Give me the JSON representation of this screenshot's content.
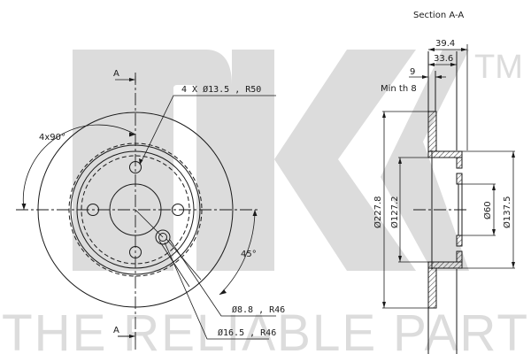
{
  "watermark": {
    "logo": "NK",
    "trademark": "TM",
    "slogan": "THE RELIABLE PART",
    "color": "#dcdcdc"
  },
  "section_view": {
    "title": "Section A-A",
    "dimensions": {
      "total_height": "39.4",
      "hat_height": "33.6",
      "thickness": "9",
      "min_thickness_label": "Min th 8",
      "outer_diameter": "Ø227.8",
      "hat_outer_diameter": "Ø127.2",
      "center_bore": "Ø60",
      "hat_flange_diameter": "Ø137.5"
    }
  },
  "front_view": {
    "section_marker_top": "A",
    "section_marker_bottom": "A",
    "bolt_holes_label": "4 X Ø13.5 , R50",
    "angular_spacing_label": "4x90°",
    "angle_label": "45°",
    "hole_small_label": "Ø8.8 , R46",
    "hole_large_label": "Ø16.5 , R46"
  },
  "colors": {
    "line": "#1a1a1a",
    "background": "#ffffff",
    "watermark": "#dcdcdc"
  }
}
